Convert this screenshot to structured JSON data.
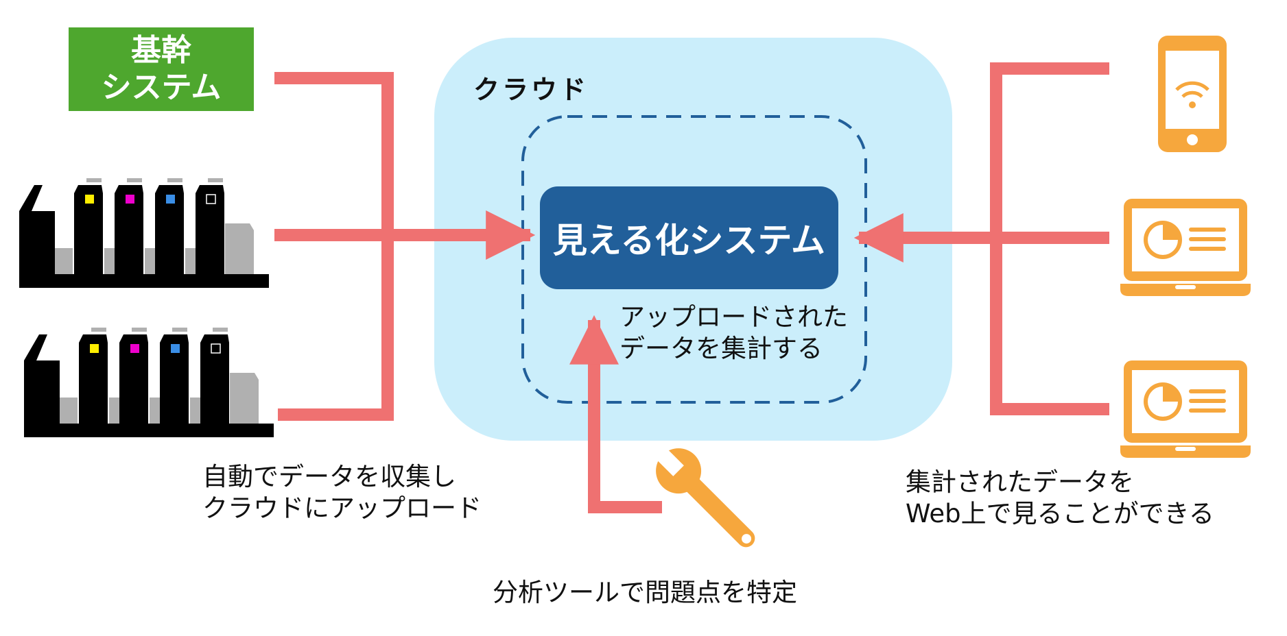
{
  "colors": {
    "connector": "#ef7171",
    "cloud_fill": "#cbeefb",
    "core_box": "#215f9a",
    "core_dash": "#215f9a",
    "legacy_box": "#4ea72e",
    "device": "#f6a73d",
    "press_body": "#000000",
    "press_gray": "#b0b0b0",
    "ink_yellow": "#ffee00",
    "ink_magenta": "#ee00cc",
    "ink_cyan": "#3a8ee6",
    "ink_black": "#000000"
  },
  "legacy_system": {
    "lines": [
      "基幹",
      "システム"
    ]
  },
  "cloud": {
    "label": "クラウド"
  },
  "core": {
    "label": "見える化システム"
  },
  "notes": {
    "aggregate": [
      "アップロードされた",
      "データを集計する"
    ],
    "upload": [
      "自動でデータを収集し",
      "クラウドにアップロード"
    ],
    "web": [
      "集計されたデータを",
      "Web上で見ることができる"
    ],
    "tool": [
      "分析ツールで問題点を特定"
    ]
  },
  "icons": {
    "printing-press-top": "printing-press-icon",
    "printing-press-bottom": "printing-press-icon",
    "smartphone": "smartphone-wifi-icon",
    "laptop-top": "laptop-chart-icon",
    "laptop-bottom": "laptop-chart-icon",
    "tool": "wrench-icon"
  }
}
